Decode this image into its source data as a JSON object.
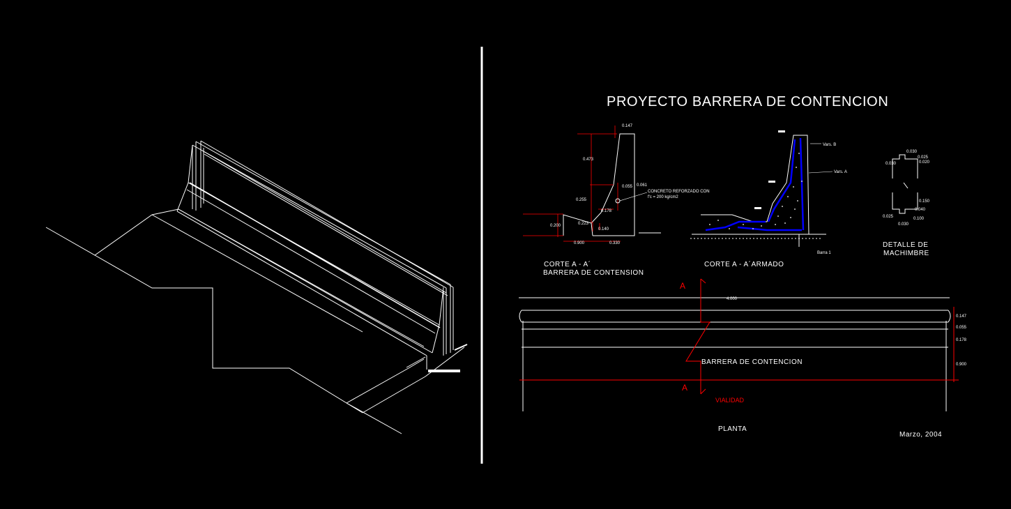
{
  "title": "PROYECTO BARRERA DE CONTENCION",
  "colors": {
    "background": "#000000",
    "line": "#ffffff",
    "dimension": "#ff0000",
    "rebar": "#0000ff"
  },
  "section_a": {
    "caption_1": "CORTE A - A´",
    "caption_2": "BARRERA DE CONTENSION",
    "note_1": "CONCRETO REFORZADO CON",
    "note_2": "f'c = 200 kg/cm2",
    "dims": [
      "0.147",
      "0.473",
      "0.055",
      "0.061",
      "0.255",
      "0.178",
      "0.223",
      "0.200",
      "0.140",
      "0.900",
      "0.330"
    ]
  },
  "section_b": {
    "caption": "CORTE A - A´ARMADO",
    "labels": [
      "Vars. B",
      "Vars. A",
      "Barra 1"
    ]
  },
  "machimbre": {
    "caption_1": "DETALLE DE",
    "caption_2": "MACHIMBRE",
    "dims": [
      "0.030",
      "0.025",
      "0.030",
      "0.020",
      "0.150",
      "0.040",
      "0.025",
      "0.100",
      "0.030"
    ]
  },
  "plan": {
    "section_mark": "A",
    "length": "4.000",
    "barrier_label": "BARRERA DE CONTENCION",
    "road_label": "VIALIDAD",
    "caption": "PLANTA",
    "dims": [
      "0.147",
      "0.055",
      "0.178",
      "0.900"
    ]
  },
  "date": "Marzo, 2004"
}
